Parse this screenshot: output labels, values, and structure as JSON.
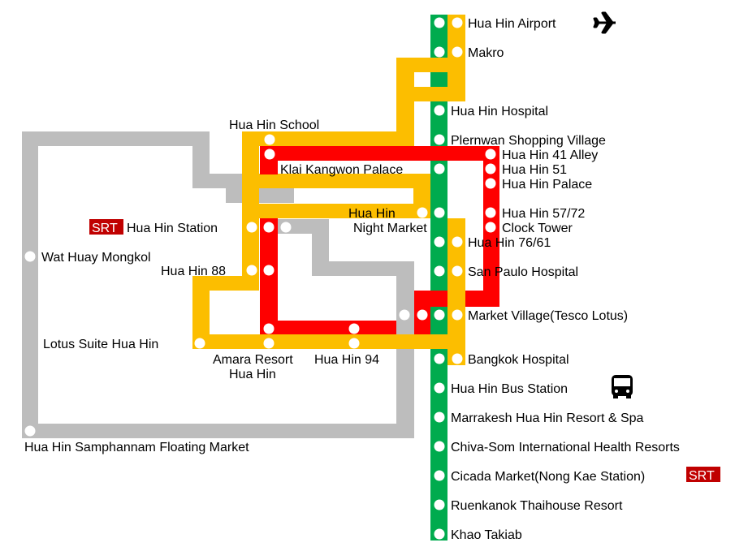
{
  "colors": {
    "green_line": "#00ab4e",
    "yellow_line": "#fcbe00",
    "red_line": "#fe0000",
    "gray_line": "#bdbdbd",
    "srt_badge": "#c00000"
  },
  "badges": {
    "srt": "SRT"
  },
  "icons": {
    "airport": "airplane-icon",
    "bus": "bus-icon"
  },
  "stations": {
    "airport": "Hua Hin Airport",
    "makro": "Makro",
    "hospital": "Hua Hin Hospital",
    "plernwan": "Plernwan Shopping Village",
    "school": "Hua Hin School",
    "klai": "Klai Kangwon Palace",
    "alley41": "Hua Hin 41 Alley",
    "hh51": "Hua Hin 51",
    "palace": "Hua Hin Palace",
    "hh5772": "Hua Hin 57/72",
    "clock": "Clock Tower",
    "night1": "Hua Hin",
    "night2": "Night Market",
    "station": "Hua Hin Station",
    "hh7661": "Hua Hin 76/61",
    "wat": "Wat Huay Mongkol",
    "hh88": "Hua Hin 88",
    "sanpaulo": "San Paulo Hospital",
    "market_village": "Market Village(Tesco Lotus)",
    "lotus": "Lotus Suite Hua Hin",
    "amara1": "Amara Resort",
    "amara2": "Hua Hin",
    "hh94": "Hua Hin 94",
    "bangkok": "Bangkok Hospital",
    "bus": "Hua Hin Bus Station",
    "marrakesh": "Marrakesh Hua Hin Resort & Spa",
    "floating": "Hua Hin Samphannam Floating Market",
    "chiva": "Chiva-Som International Health Resorts",
    "cicada": "Cicada Market(Nong Kae Station)",
    "ruenkanok": "Ruenkanok Thaihouse Resort",
    "khao": "Khao Takiab"
  }
}
